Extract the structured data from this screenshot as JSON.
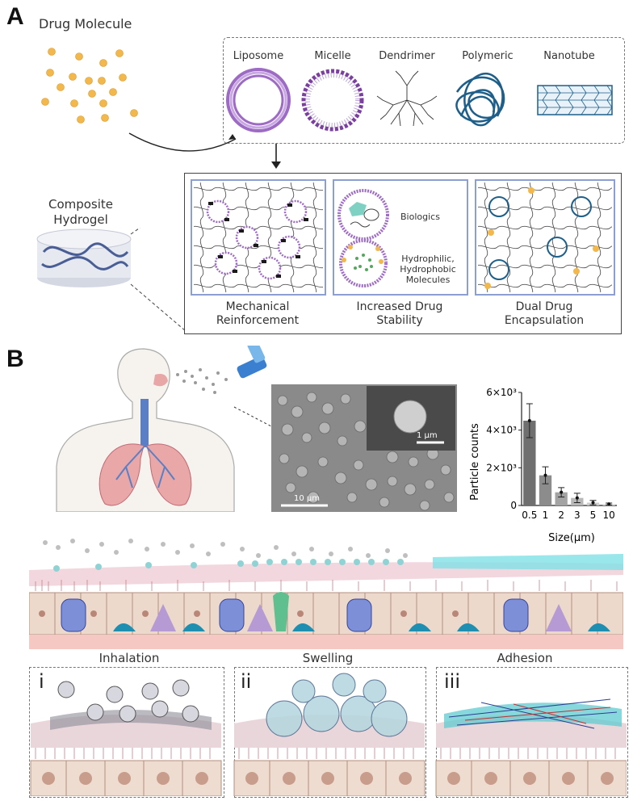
{
  "panel_a": {
    "letter": "A",
    "drug_molecule": "Drug Molecule",
    "carriers": [
      "Liposome",
      "Micelle",
      "Dendrimer",
      "Polymeric",
      "Nanotube"
    ],
    "composite_hydrogel_line1": "Composite",
    "composite_hydrogel_line2": "Hydrogel",
    "biologics": "Biologics",
    "hydro_line1": "Hydrophilic,",
    "hydro_line2": "Hydrophobic",
    "hydro_line3": "Molecules",
    "boxes": [
      {
        "line1": "Mechanical",
        "line2": "Reinforcement"
      },
      {
        "line1": "Increased Drug",
        "line2": "Stability"
      },
      {
        "line1": "Dual Drug",
        "line2": "Encapsulation"
      }
    ]
  },
  "panel_b": {
    "letter": "B",
    "sem_scale_main": "10 μm",
    "sem_scale_inset": "1 μm",
    "stage_labels": [
      "Inhalation",
      "Swelling",
      "Adhesion"
    ],
    "roman": [
      "i",
      "ii",
      "iii"
    ]
  },
  "chart_data": {
    "type": "bar",
    "categories": [
      "0.5",
      "1",
      "2",
      "3",
      "5",
      "10"
    ],
    "values": [
      4500,
      1600,
      700,
      400,
      150,
      80
    ],
    "errors": [
      900,
      450,
      250,
      250,
      120,
      50
    ],
    "xlabel": "Size(μm)",
    "ylabel": "Particle counts",
    "yticks": [
      "0",
      "2×10³",
      "4×10³",
      "6×10³"
    ],
    "ylim": [
      0,
      6000
    ],
    "colors": [
      "#6f6f6f",
      "#8c8c8c",
      "#a3a3a3",
      "#b8b8b8",
      "#cccccc",
      "#dddddd"
    ]
  }
}
